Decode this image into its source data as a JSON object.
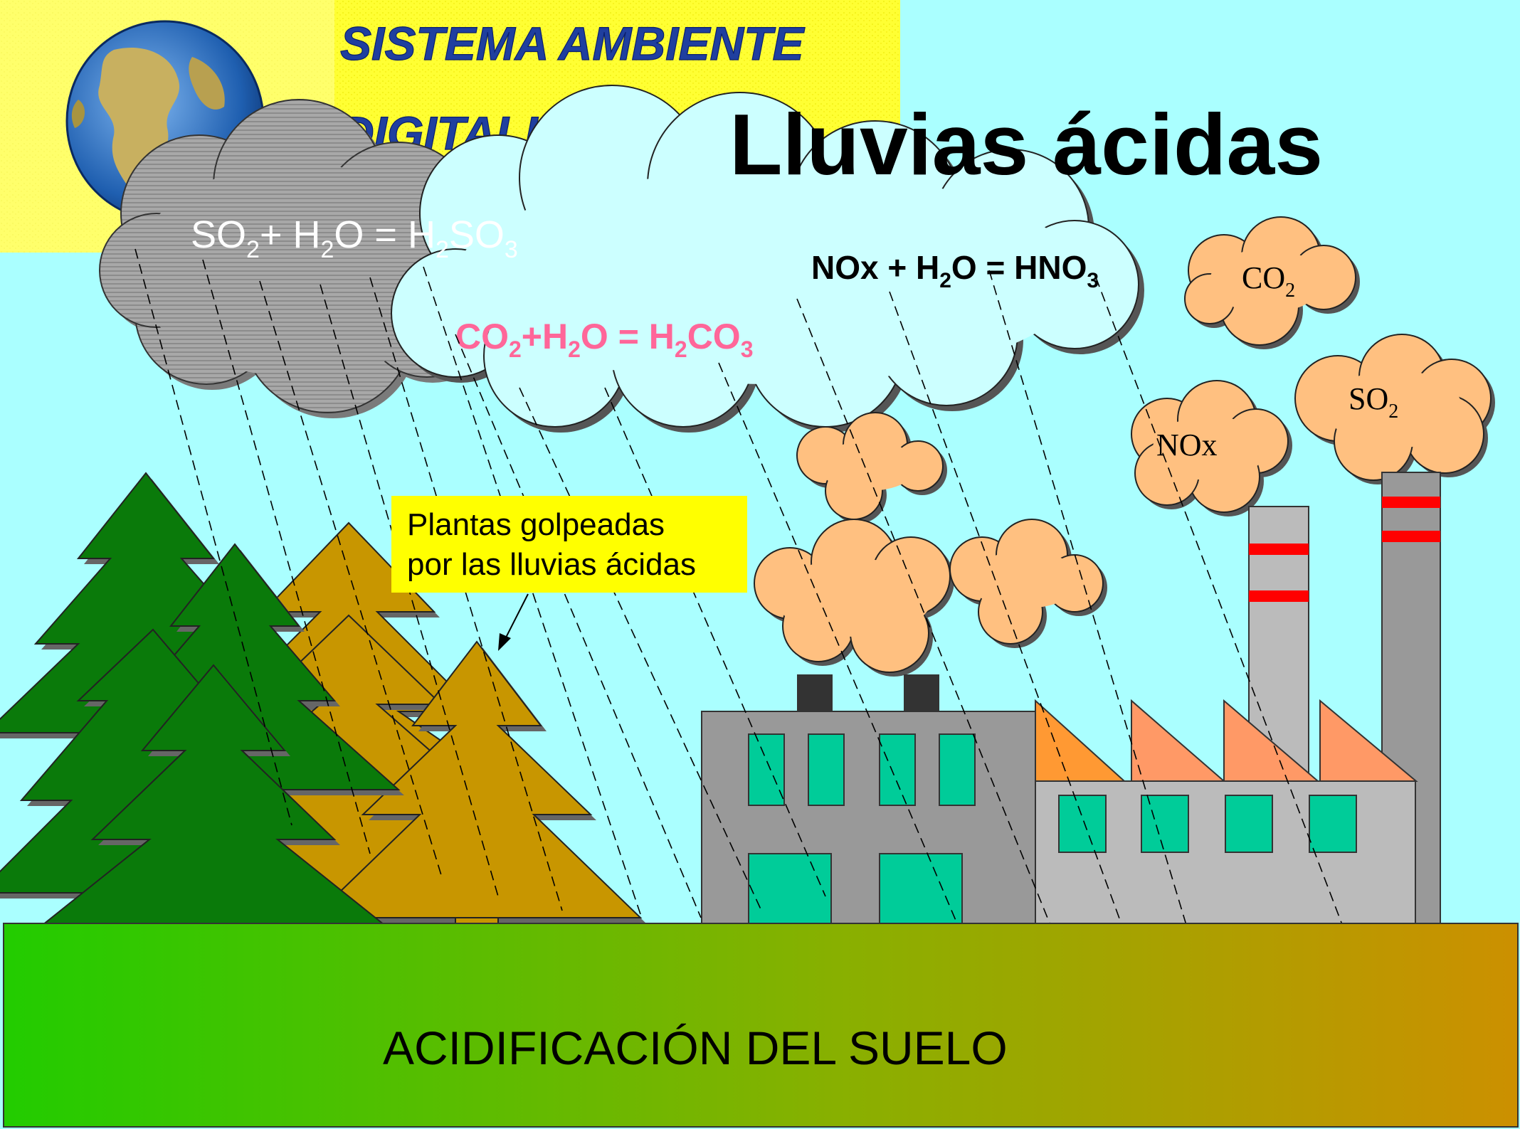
{
  "logo": {
    "line1": "SISTEMA AMBIENTE",
    "line2": "DIGITALIS S.r.l."
  },
  "title": "Lluvias ácidas",
  "equations": {
    "sulfur": {
      "a": "SO",
      "a_sub": "2",
      "mid": "+ H",
      "mid_sub": "2",
      "end": "O = H",
      "end_sub": "2",
      "tail": "SO",
      "tail_sub": "3"
    },
    "carbon": {
      "a": "CO",
      "a_sub": "2",
      "mid": "+H",
      "mid_sub": "2",
      "end": "O = H",
      "end_sub": "2",
      "tail": "CO",
      "tail_sub": "3"
    },
    "nitrogen": {
      "a": "NOx + H",
      "a_sub": "2",
      "mid": "O = HNO",
      "mid_sub": "3"
    }
  },
  "emissions": {
    "co2": {
      "text": "CO",
      "sub": "2"
    },
    "so2": {
      "text": "SO",
      "sub": "2"
    },
    "nox": {
      "text": "NOx"
    }
  },
  "callout": {
    "line1": "Plantas golpeadas",
    "line2": "por las lluvias ácidas"
  },
  "ground_label": "ACIDIFICACIÓN DEL SUELO",
  "colors": {
    "sky": "#aaffff",
    "logo_bg": "#ffff33",
    "title": "#000000",
    "co2_equation": "#ff6699",
    "gray_cloud": "#9a9a9a",
    "blue_cloud": "#ccffff",
    "smoke": "#ffc080",
    "healthy_tree": "#0a7a0a",
    "damaged_tree": "#c89600",
    "factory_gray": "#999999",
    "window": "#00cc99",
    "callout_bg": "#ffff00",
    "chimney_band": "#ff0000",
    "roof_orange": "#ff9933",
    "ground_left": "#22cc00",
    "ground_right": "#cc9000"
  }
}
